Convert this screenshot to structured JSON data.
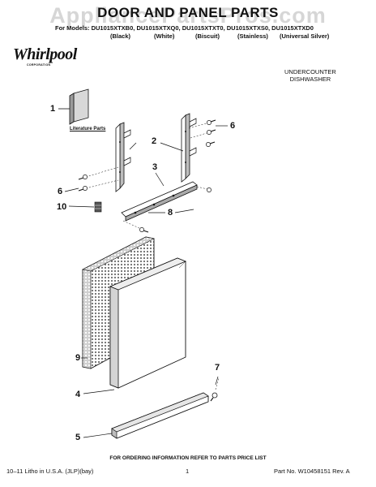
{
  "watermark": "AppliancePartsPros.com",
  "title": "DOOR AND PANEL PARTS",
  "models_line": "For Models: DU1015XTXB0, DU1015XTXQ0, DU1015XTXT0, DU1015XTXS0, DU1015XTXD0",
  "color_labels": [
    "(Black)",
    "(White)",
    "(Biscuit)",
    "(Stainless)",
    "(Universal Silver)"
  ],
  "brand": {
    "name": "Whirlpool",
    "sub": "CORPORATION"
  },
  "product_type": {
    "line1": "UNDERCOUNTER",
    "line2": "DISHWASHER"
  },
  "literature_label": "Literature Parts",
  "callouts": [
    "1",
    "2",
    "3",
    "6",
    "6",
    "10",
    "8",
    "9",
    "4",
    "7",
    "5"
  ],
  "footer": {
    "ordering": "FOR ORDERING INFORMATION REFER TO PARTS PRICE LIST",
    "print_info": "10–11 Litho in U.S.A. (JLP)(bay)",
    "page": "1",
    "part_no": "Part No. W10458151 Rev. A"
  }
}
